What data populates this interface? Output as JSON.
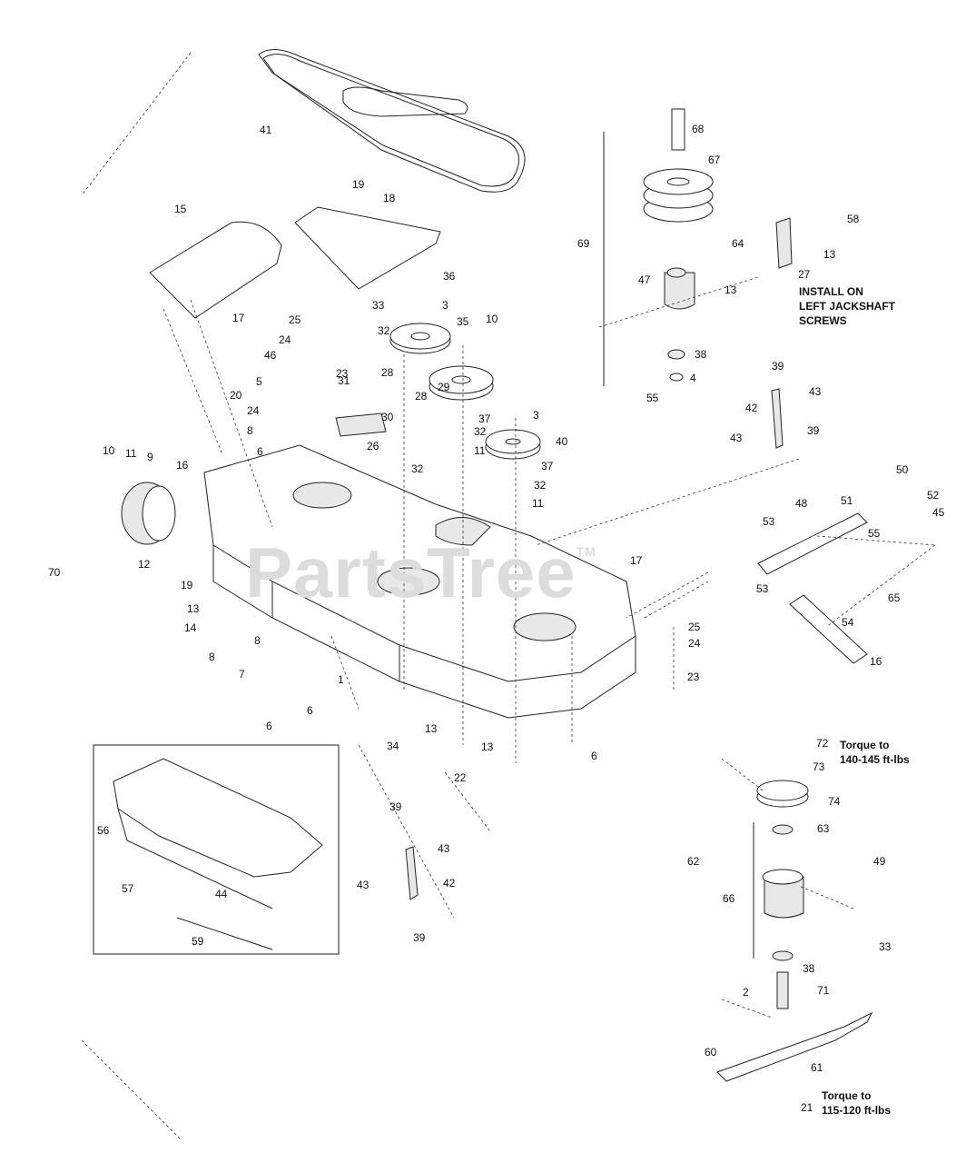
{
  "watermark": "PartsTree",
  "trademark": "TM",
  "notes": {
    "install_line1": "INSTALL ON",
    "install_line2": "LEFT JACKSHAFT",
    "install_line3": "SCREWS",
    "torque_upper_line1": "Torque to",
    "torque_upper_line2": "140-145 ft-lbs",
    "torque_lower_line1": "Torque to",
    "torque_lower_line2": "115-120 ft-lbs"
  },
  "callouts": [
    "41",
    "19",
    "18",
    "15",
    "17",
    "33",
    "32",
    "3",
    "36",
    "35",
    "10",
    "25",
    "24",
    "46",
    "5",
    "23",
    "20",
    "24",
    "8",
    "31",
    "28",
    "29",
    "30",
    "28",
    "37",
    "32",
    "11",
    "3",
    "26",
    "32",
    "37",
    "40",
    "32",
    "11",
    "10",
    "11",
    "9",
    "16",
    "6",
    "12",
    "70",
    "19",
    "13",
    "14",
    "8",
    "8",
    "7",
    "1",
    "6",
    "6",
    "34",
    "13",
    "22",
    "13",
    "6",
    "68",
    "67",
    "69",
    "58",
    "64",
    "47",
    "13",
    "27",
    "13",
    "38",
    "4",
    "55",
    "39",
    "43",
    "42",
    "43",
    "39",
    "50",
    "51",
    "52",
    "45",
    "48",
    "53",
    "55",
    "53",
    "65",
    "17",
    "54",
    "16",
    "25",
    "24",
    "23",
    "72",
    "73",
    "74",
    "63",
    "62",
    "49",
    "66",
    "33",
    "38",
    "71",
    "2",
    "60",
    "61",
    "21",
    "56",
    "57",
    "44",
    "59",
    "39",
    "43",
    "43",
    "42",
    "39"
  ]
}
